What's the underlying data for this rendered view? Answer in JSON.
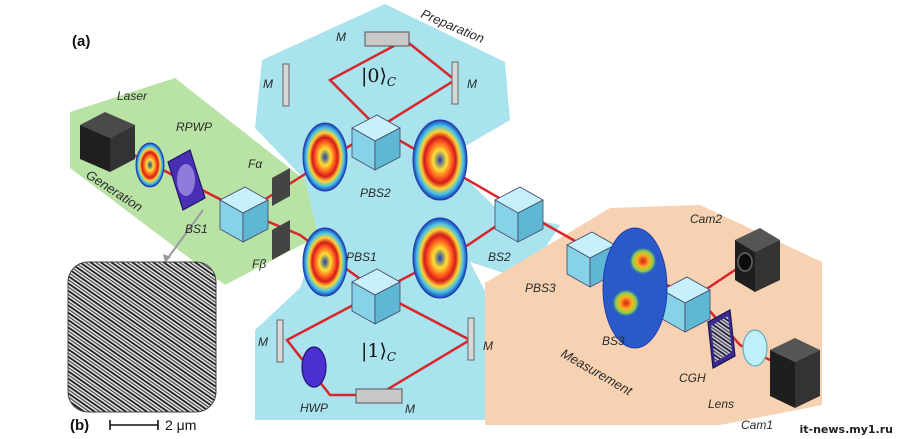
{
  "labels": {
    "panel_a": "(a)",
    "panel_b": "(b)",
    "scale_bar": "2 μm",
    "preparation": "Preparation",
    "generation": "Generation",
    "measurement": "Measurement",
    "laser": "Laser",
    "rpwp": "RPWP",
    "bs1": "BS1",
    "f_alpha": "Fα",
    "f_beta": "Fβ",
    "pbs1": "PBS1",
    "pbs2": "PBS2",
    "bs2": "BS2",
    "pbs3": "PBS3",
    "bs3": "BS3",
    "cgh": "CGH",
    "lens": "Lens",
    "cam1": "Cam1",
    "cam2": "Cam2",
    "hwp": "HWP",
    "mirror": "M",
    "ket0": "|0⟩",
    "ket1": "|1⟩",
    "ket_sub": "C"
  },
  "watermark": "it-news.my1.ru",
  "colors": {
    "generation_bg": "#b9e3a4",
    "preparation_bg": "#a8e3ee",
    "measurement_bg": "#f6d2b2",
    "beam": "#d8262b",
    "cube": "#8fd8ea",
    "mirror": "#c8c8c8"
  }
}
